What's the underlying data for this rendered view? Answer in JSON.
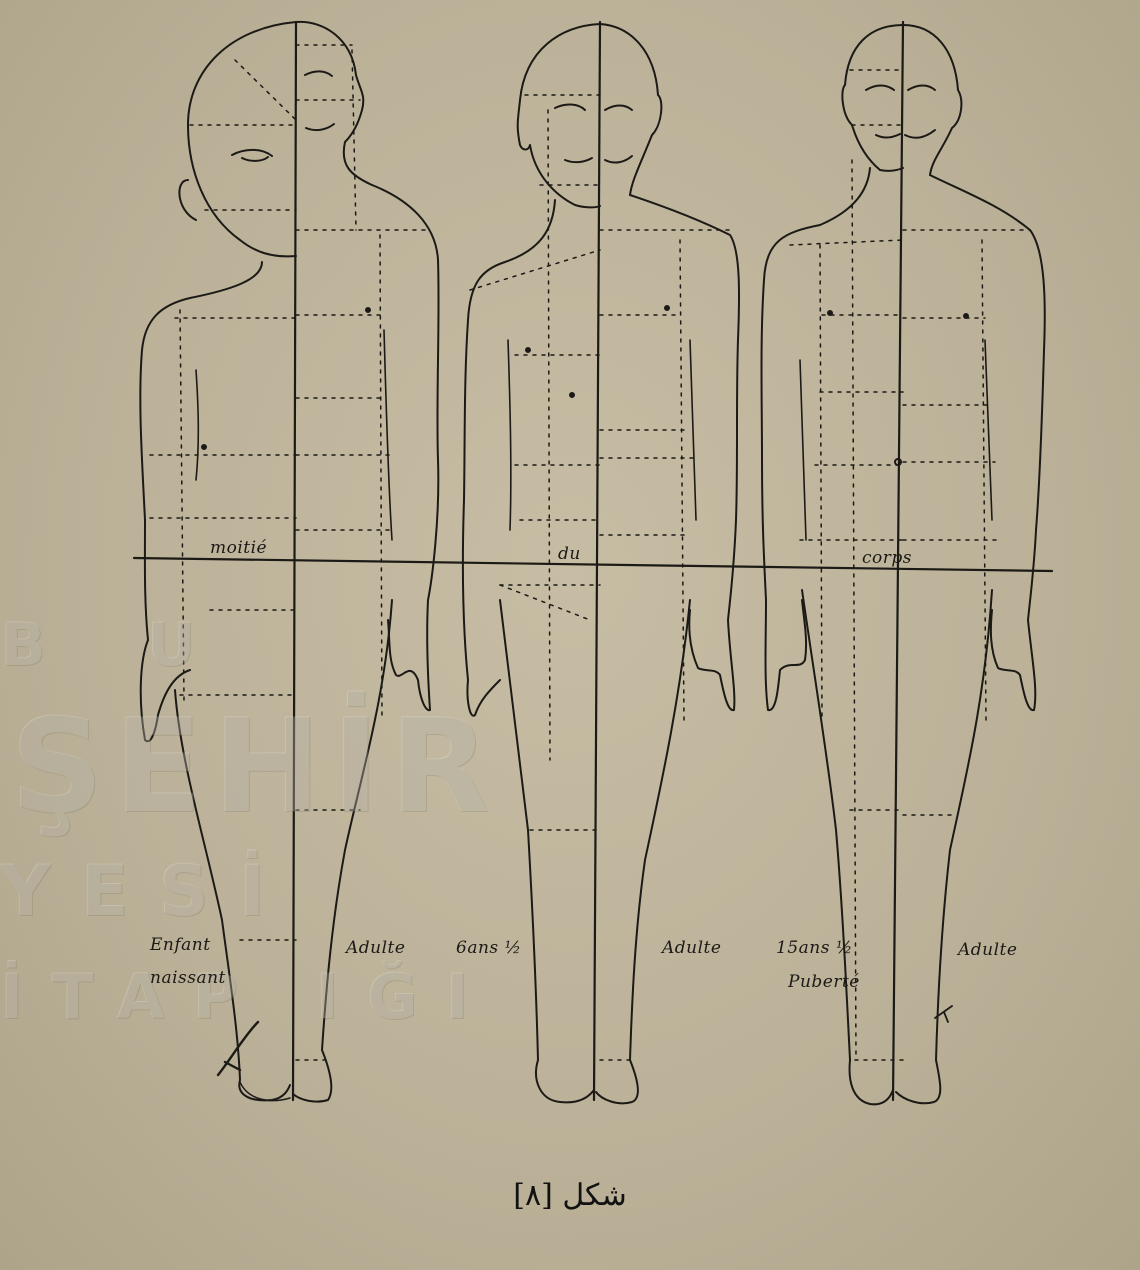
{
  "figures": [
    {
      "left_label": [
        "Enfant",
        "naissant"
      ],
      "right_label": "Adulte"
    },
    {
      "left_label": [
        "6ans ½"
      ],
      "right_label": "Adulte"
    },
    {
      "left_label": [
        "15ans ½",
        "Puberté"
      ],
      "right_label": "Adulte"
    }
  ],
  "midline_words": [
    "moitié",
    "du",
    "corps"
  ],
  "caption": "شکل [۸]",
  "watermark": {
    "line1": "B U",
    "line2": "ŞEHİR",
    "line3": "YESİ",
    "line4": "İTAP  IĞI"
  },
  "colors": {
    "paper": "#bdb39a",
    "ink": "#1c1a16"
  }
}
